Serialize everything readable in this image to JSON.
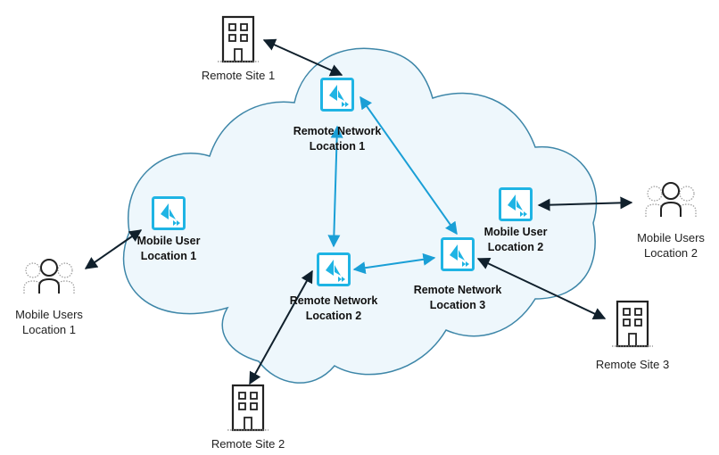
{
  "colors": {
    "cloud_fill": "#eef7fc",
    "cloud_stroke": "#3d86a8",
    "accent": "#1fb4e4",
    "internal_link": "#1a9fd6",
    "external_link": "#10202c",
    "icon_outline": "#222222"
  },
  "cloud_nodes": [
    {
      "id": "rnl1",
      "icon": "prisma-access-node-icon",
      "line1": "Remote Network",
      "line2": "Location 1"
    },
    {
      "id": "rnl2",
      "icon": "prisma-access-node-icon",
      "line1": "Remote Network",
      "line2": "Location 2"
    },
    {
      "id": "rnl3",
      "icon": "prisma-access-node-icon",
      "line1": "Remote Network",
      "line2": "Location 3"
    },
    {
      "id": "mul1",
      "icon": "prisma-access-node-icon",
      "line1": "Mobile User",
      "line2": "Location 1"
    },
    {
      "id": "mul2",
      "icon": "prisma-access-node-icon",
      "line1": "Mobile User",
      "line2": "Location 2"
    }
  ],
  "external_nodes": [
    {
      "id": "rs1",
      "icon": "building-icon",
      "line1": "Remote Site 1"
    },
    {
      "id": "rs2",
      "icon": "building-icon",
      "line1": "Remote Site 2"
    },
    {
      "id": "rs3",
      "icon": "building-icon",
      "line1": "Remote Site 3"
    },
    {
      "id": "mus1",
      "icon": "users-group-icon",
      "line1": "Mobile Users",
      "line2": "Location 1"
    },
    {
      "id": "mus2",
      "icon": "users-group-icon",
      "line1": "Mobile Users",
      "line2": "Location 2"
    }
  ],
  "connections": [
    {
      "from": "rnl1",
      "to": "rnl2",
      "type": "internal",
      "direction": "bidirectional"
    },
    {
      "from": "rnl1",
      "to": "rnl3",
      "type": "internal",
      "direction": "bidirectional"
    },
    {
      "from": "rnl2",
      "to": "rnl3",
      "type": "internal",
      "direction": "bidirectional"
    },
    {
      "from": "rs1",
      "to": "rnl1",
      "type": "external",
      "direction": "bidirectional"
    },
    {
      "from": "rs2",
      "to": "rnl2",
      "type": "external",
      "direction": "bidirectional"
    },
    {
      "from": "rs3",
      "to": "rnl3",
      "type": "external",
      "direction": "bidirectional"
    },
    {
      "from": "mus1",
      "to": "mul1",
      "type": "external",
      "direction": "bidirectional"
    },
    {
      "from": "mus2",
      "to": "mul2",
      "type": "external",
      "direction": "bidirectional"
    }
  ]
}
